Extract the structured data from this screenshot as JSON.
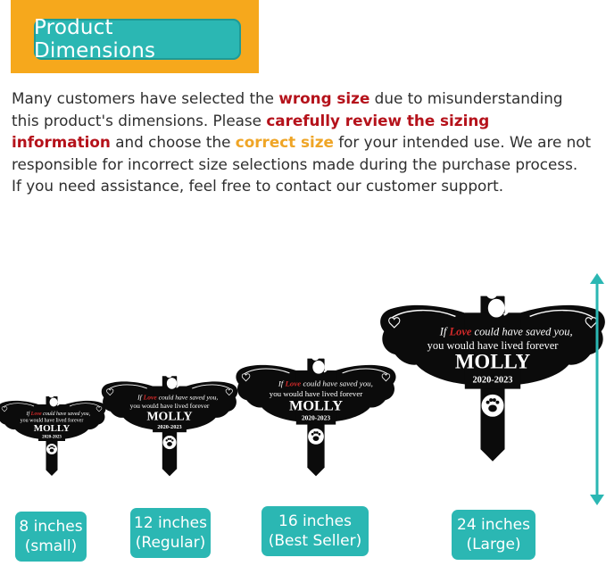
{
  "header": {
    "title": "Product Dimensions"
  },
  "intro": {
    "p1": "Many customers have selected the ",
    "wrong_size": "wrong size",
    "p2": " due to misunderstanding this product's dimensions. Please ",
    "review": "carefully review the sizing information",
    "p3": " and choose the ",
    "correct_size": "correct size",
    "p4": " for your intended use. We are not responsible for incorrect size selections made during the purchase process. If you need assistance, feel free to contact our customer support."
  },
  "plaque": {
    "line_if": "If",
    "line_love": "Love",
    "line1_rest": "could have saved you,",
    "line2": "you would have lived forever",
    "name": "MOLLY",
    "years": "2020-2023"
  },
  "sizes": [
    {
      "size": "8 inches",
      "tag": "(small)"
    },
    {
      "size": "12 inches",
      "tag": "(Regular)"
    },
    {
      "size": "16 inches",
      "tag": "(Best Seller)"
    },
    {
      "size": "24 inches",
      "tag": "(Large)"
    }
  ],
  "colors": {
    "teal": "#2bb7b3",
    "orange": "#f6a81c",
    "red": "#b5121b",
    "gold": "#efa526"
  }
}
